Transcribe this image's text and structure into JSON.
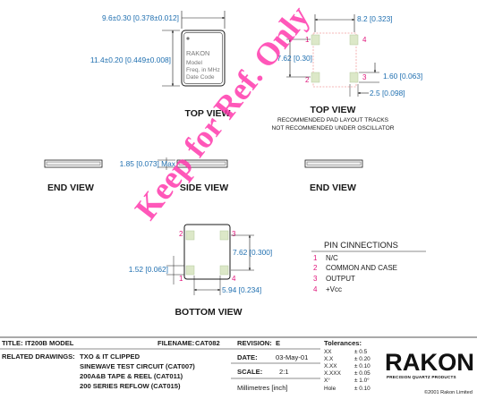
{
  "top_view": {
    "width_dim": "9.6±0.30 [0.378±0.012]",
    "height_dim": "11.4±0.20 [0.449±0.008]",
    "label": "TOP VIEW",
    "chip_brand": "RAKON",
    "chip_lines": [
      "Model",
      "Freq. in MHz",
      "Date Code"
    ]
  },
  "pad_layout": {
    "label": "TOP VIEW",
    "note_line1": "RECOMMENDED PAD LAYOUT TRACKS",
    "note_line2": "NOT RECOMMENDED UNDER OSCILLATOR",
    "dim_width": "8.2 [0.323]",
    "dim_height": "7.62 [0.30]",
    "dim_pad_h": "1.60 [0.063]",
    "dim_pad_w": "2.5 [0.098]",
    "pins": [
      "1",
      "2",
      "3",
      "4"
    ]
  },
  "end_view_left": {
    "label": "END VIEW"
  },
  "side_view": {
    "label": "SIDE VIEW",
    "dim_height": "1.85 [0.073] Max"
  },
  "end_view_right": {
    "label": "END VIEW"
  },
  "bottom_view": {
    "label": "BOTTOM VIEW",
    "dim_height": "7.62 [0.300]",
    "dim_pad_h": "1.52 [0.062]",
    "dim_width": "5.94 [0.234]",
    "pins": [
      "1",
      "2",
      "3",
      "4"
    ]
  },
  "pin_connections": {
    "title": "PIN CINNECTIONS",
    "rows": [
      {
        "num": "1",
        "name": "N/C"
      },
      {
        "num": "2",
        "name": "COMMON AND CASE"
      },
      {
        "num": "3",
        "name": "OUTPUT"
      },
      {
        "num": "4",
        "name": "+Vcc"
      }
    ]
  },
  "watermark": "Keep for Ref. Only",
  "title_block": {
    "title_label": "TITLE:",
    "title_value": "IT200B MODEL",
    "filename_label": "FILENAME:",
    "filename_value": "CAT082",
    "revision_label": "REVISION:",
    "revision_value": "E",
    "related_label": "RELATED DRAWINGS:",
    "related_lines": [
      "TXO & IT CLIPPED",
      "SINEWAVE TEST CIRCUIT (CAT007)",
      "200A&B TAPE & REEL (CAT011)",
      "200 SERIES REFLOW (CAT015)"
    ],
    "date_label": "DATE:",
    "date_value": "03-May-01",
    "scale_label": "SCALE:",
    "scale_value": "2:1",
    "units": "Millimetres [inch]"
  },
  "tolerances": {
    "title": "Tolerances:",
    "rows": [
      {
        "key": "XX",
        "val": "± 0.5"
      },
      {
        "key": "X.X",
        "val": "± 0.20"
      },
      {
        "key": "X.XX",
        "val": "± 0.10"
      },
      {
        "key": "X.XXX",
        "val": "± 0.05"
      },
      {
        "key": "X°",
        "val": "± 1.0°"
      },
      {
        "key": "Hole",
        "val": "± 0.10"
      }
    ]
  },
  "logo": {
    "name": "RAKON",
    "tagline": "PRECISION QUARTZ PRODUCTS",
    "copyright": "©2001 Rakon Limited"
  },
  "colors": {
    "dimension": "#1f6fb0",
    "pin_number": "#e0157b",
    "pad": "#dce8c8",
    "pad_outline": "#f2a0a0",
    "watermark": "#ff33aa"
  }
}
